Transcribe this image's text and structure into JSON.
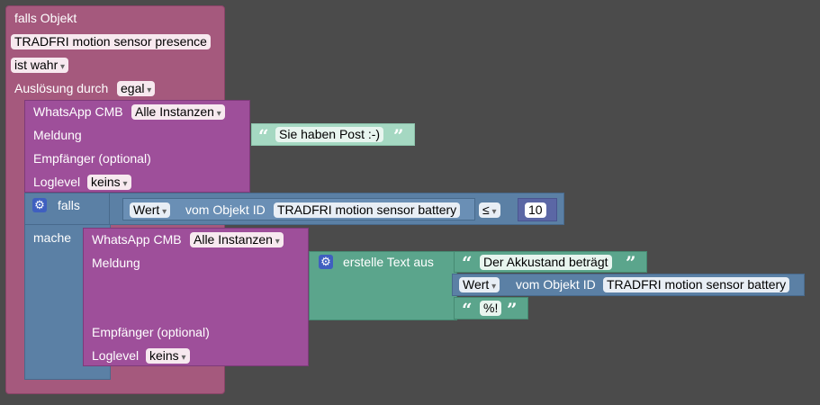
{
  "event_block": {
    "title": "falls Objekt",
    "object_id": "TRADFRI motion sensor presence",
    "condition": "ist wahr",
    "trigger_label": "Auslösung durch",
    "trigger_value": "egal"
  },
  "whatsapp1": {
    "title": "WhatsApp CMB",
    "instance": "Alle Instanzen",
    "message_label": "Meldung",
    "recipient_label": "Empfänger (optional)",
    "loglevel_label": "Loglevel",
    "loglevel_value": "keins",
    "message_text": "Sie haben Post :-)"
  },
  "if_block": {
    "falls_label": "falls",
    "mache_label": "mache",
    "value_label": "Wert",
    "of_object_label": "vom Objekt ID",
    "object_id": "TRADFRI motion sensor battery",
    "operator": "≤",
    "number": "10"
  },
  "whatsapp2": {
    "title": "WhatsApp CMB",
    "instance": "Alle Instanzen",
    "message_label": "Meldung",
    "recipient_label": "Empfänger (optional)",
    "loglevel_label": "Loglevel",
    "loglevel_value": "keins"
  },
  "text_join": {
    "label": "erstelle Text aus",
    "text1": "Der Akkustand beträgt",
    "value_label": "Wert",
    "of_object_label": "vom Objekt ID",
    "object_id": "TRADFRI motion sensor battery",
    "text2": "%!"
  },
  "icons": {
    "gear": "⚙",
    "quote_open": "“",
    "quote_close": "”"
  },
  "colors": {
    "background": "#4b4b4b",
    "event": "#a5597d",
    "whatsapp": "#9e4f9a",
    "logic": "#5b80a5",
    "text": "#5ba58c"
  }
}
